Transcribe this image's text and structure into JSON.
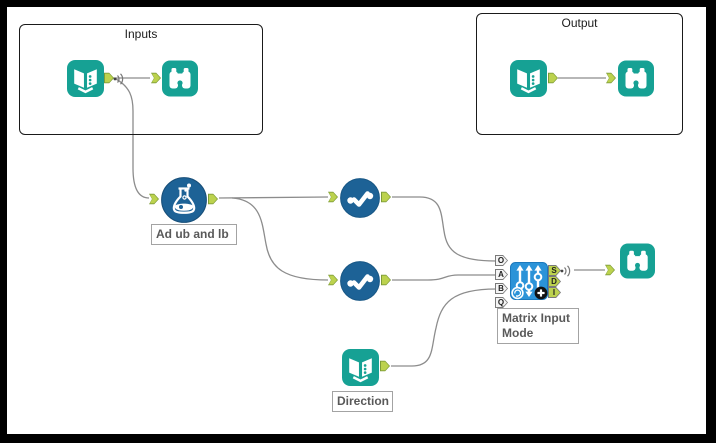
{
  "app": {
    "type": "workflow-canvas"
  },
  "colors": {
    "frame": "#000000",
    "canvas": "#FFFFFF",
    "tool_teal": "#16A194",
    "tool_blue": "#1D6296",
    "macro_azure": "#2B93D8",
    "anchor_green": "#BCD24E",
    "anchor_green_border": "#7E9C38",
    "wire_gray": "#8C8C8C",
    "annotation_text": "#595959",
    "container_border": "#1A1A1A"
  },
  "containers": {
    "inputs": {
      "label": "Inputs"
    },
    "output": {
      "label": "Output"
    }
  },
  "annotations": {
    "formula": "Ad ub and lb",
    "matrix_line1": "Matrix Input",
    "matrix_line2": "Mode",
    "direction": "Direction"
  },
  "matrix": {
    "input_anchors": [
      "O",
      "A",
      "B",
      "Q"
    ],
    "output_anchors": [
      "S",
      "D",
      "I"
    ]
  },
  "icons": {
    "input_data": "input-data-icon",
    "browse": "browse-icon",
    "formula": "formula-icon",
    "select": "select-icon",
    "macro": "macro-icon",
    "wireless": "wireless-connection-icon",
    "plus_badge": "plus-badge-icon",
    "loop_badge": "loop-arrow-badge-icon"
  }
}
